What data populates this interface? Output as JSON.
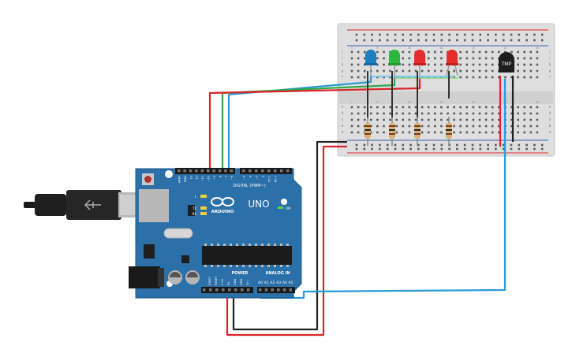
{
  "board": {
    "brand": "ARDUINO",
    "model": "UNO",
    "digital_header_label": "DIGITAL (PWM~)",
    "power_label": "POWER",
    "analog_label": "ANALOG IN",
    "on_label": "ON",
    "led_l": "L",
    "led_tx": "TX",
    "led_rx": "RX",
    "digital_pins": [
      "AREF",
      "GND",
      "13",
      "12",
      "~11",
      "~10",
      "~9",
      "8",
      "7",
      "~6",
      "~5",
      "4",
      "~3",
      "2",
      "TX 1",
      "RX 0"
    ],
    "power_pins": [
      "IOREF",
      "RESET",
      "3.3V",
      "5V",
      "GND",
      "GND",
      "Vin"
    ],
    "analog_pins": [
      "A0",
      "A1",
      "A2",
      "A3",
      "A4",
      "A5"
    ]
  },
  "breadboard": {
    "top_row_letters": [
      "j",
      "i",
      "h",
      "g",
      "f"
    ],
    "bottom_row_letters": [
      "e",
      "d",
      "c",
      "b",
      "a"
    ],
    "column_numbers": [
      "1",
      "5",
      "10",
      "15",
      "20",
      "25",
      "30"
    ]
  },
  "components": {
    "leds": [
      {
        "name": "blue-led",
        "color": "#1b7fc4"
      },
      {
        "name": "green-led",
        "color": "#2eb63d"
      },
      {
        "name": "red-led-1",
        "color": "#e52d2d"
      },
      {
        "name": "red-led-2",
        "color": "#e52d2d"
      }
    ],
    "sensor_label": "TMP"
  },
  "colors": {
    "board": "#2b70a8",
    "breadboard": "#dcdcdc",
    "wire_red": "#d9252a",
    "wire_black": "#222222",
    "wire_green": "#30a84a",
    "wire_blue": "#2a9bd6"
  }
}
